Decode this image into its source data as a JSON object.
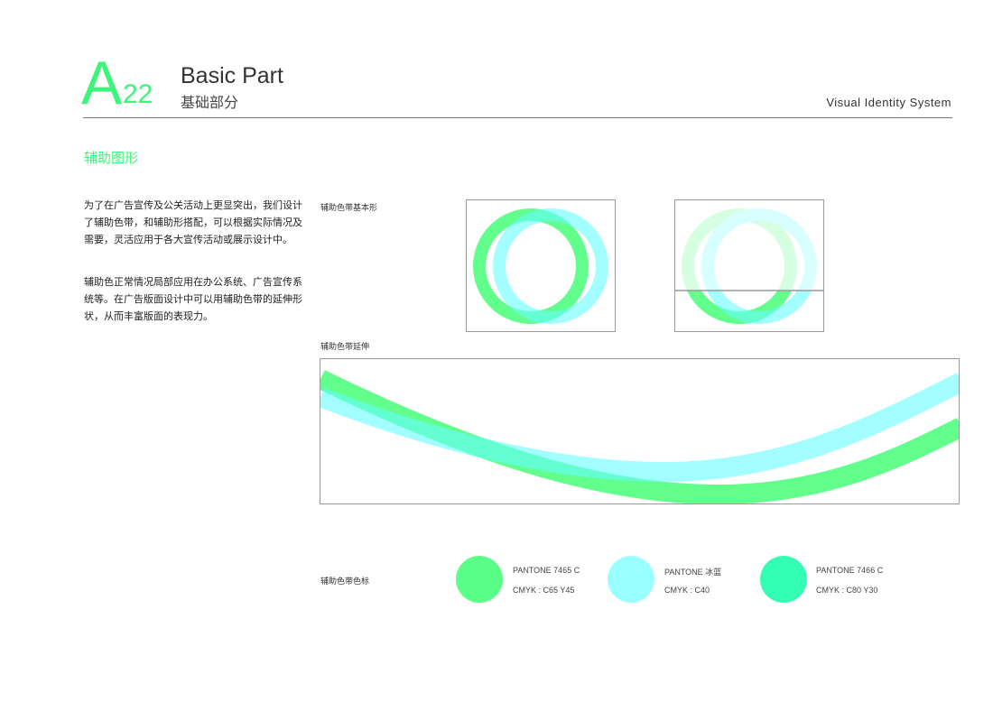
{
  "header": {
    "code_letter": "A",
    "code_number": "22",
    "title_en": "Basic Part",
    "title_cn": "基础部分",
    "system": "Visual Identity System"
  },
  "section": {
    "title": "辅助图形"
  },
  "description": {
    "paragraph1": "为了在广告宣传及公关活动上更显突出，我们设计了辅助色带，和辅助形搭配，可以根据实际情况及需要，灵活应用于各大宣传活动或展示设计中。",
    "paragraph2": "辅助色正常情况局部应用在办公系统、广告宣传系统等。在广告版面设计中可以用辅助色带的延伸形状，从而丰富版面的表现力。"
  },
  "labels": {
    "basic_shape": "辅助色带基本形",
    "extension": "辅助色带延伸",
    "swatches": "辅助色带色标"
  },
  "swatches": [
    {
      "pantone": "PANTONE 7465 C",
      "cmyk": "CMYK : C65 Y45",
      "color": "#5aff87"
    },
    {
      "pantone": "PANTONE 冰蓝",
      "cmyk": "CMYK : C40",
      "color": "#99ffff"
    },
    {
      "pantone": "PANTONE 7466 C",
      "cmyk": "CMYK : C80 Y30",
      "color": "#33ffb4"
    }
  ]
}
